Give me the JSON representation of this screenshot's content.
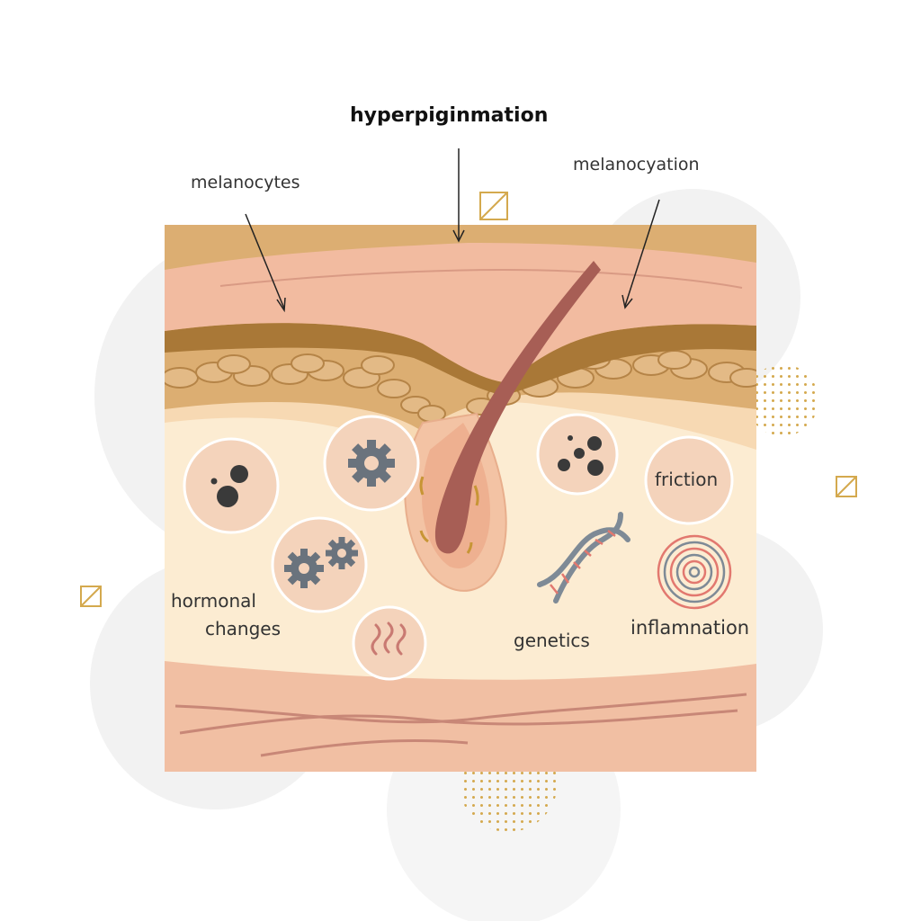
{
  "labels": {
    "title": "hyperpiginmation",
    "melanocytes": "melanocytes",
    "melanocyation": "melanocyation",
    "friction": "friction",
    "hormonal_line1": "hormonal",
    "hormonal_line2": "changes",
    "genetics": "genetics",
    "inflammation": "inflamnation"
  },
  "icons": [
    "melanin-dots-icon",
    "gear-icon",
    "double-gear-icon",
    "wavy-lines-icon",
    "dna-icon",
    "spiral-icon"
  ],
  "colors": {
    "top_skin": "#f2bba0",
    "pigment_band": "#a97837",
    "cell_layer": "#dcae72",
    "dermis": "#fcecd2",
    "bottom_skin": "#f1bfa3",
    "hair": "#a75e55",
    "accent_gold": "#d4a94e"
  }
}
